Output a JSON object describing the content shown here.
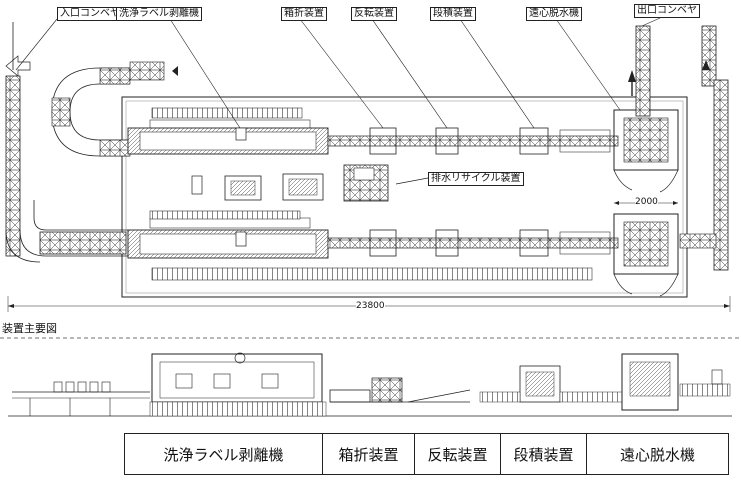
{
  "plan": {
    "inlet_conveyor": "入口コンベヤ",
    "washer": "洗浄ラベル剥離機",
    "box_folder": "箱折装置",
    "inverter": "反転装置",
    "stacker": "段積装置",
    "dehydrator": "遠心脱水機",
    "outlet_conveyor": "出口コンベヤ",
    "recycler": "排水リサイクル装置",
    "dim_width": "2000",
    "dim_total": "23800"
  },
  "section_title": "装置主要図",
  "legend": [
    "洗浄ラベル剥離機",
    "箱折装置",
    "反転装置",
    "段積装置",
    "遠心脱水機"
  ]
}
